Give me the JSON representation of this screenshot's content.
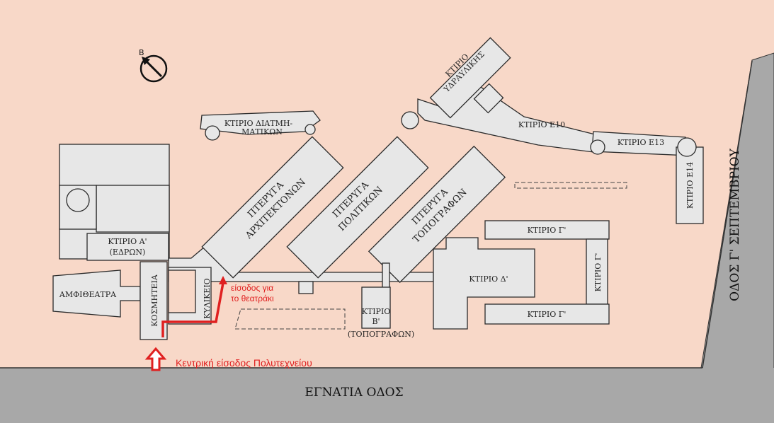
{
  "compass": {
    "label": "Β"
  },
  "roads": {
    "bottom": "ΕΓΝΑΤΙΑ ΟΔΟΣ",
    "right": "ΟΔΟΣ Γ' ΣΕΠΤΕΜΒΡΙΟΥ"
  },
  "buildings": {
    "diatmimatikon": [
      "ΚΤΙΡΙΟ ΔΙΑΤΜΗ-",
      "ΜΑΤΙΚΩΝ"
    ],
    "ydraulikis": [
      "ΚΤΙΡΙΟ",
      "ΥΔΡΑΥΛΙΚΗΣ"
    ],
    "e10": "ΚΤΙΡΙΟ Ε10",
    "e13": "ΚΤΙΡΙΟ Ε13",
    "e14": "ΚΤΙΡΙΟ Ε14",
    "architektonon": [
      "ΠΤΕΡΥΓΑ",
      "ΑΡΧΙΤΕΚΤΟΝΩΝ"
    ],
    "politikon": [
      "ΠΤΕΡΥΓΑ",
      "ΠΟΛΙΤΙΚΩΝ"
    ],
    "topografon": [
      "ΠΤΕΡΥΓΑ",
      "ΤΟΠΟΓΡΑΦΩΝ"
    ],
    "a": [
      "ΚΤΙΡΙΟ Α'",
      "(ΕΔΡΩΝ)"
    ],
    "amfitheatra": "ΑΜΦΙΘΕΑΤΡΑ",
    "kosmiteia": "ΚΟΣΜΗΤΕΙΑ",
    "kylikeio": "ΚΥΛΙΚΕΙΟ",
    "b": [
      "ΚΤΙΡΙΟ",
      "Β'",
      "(ΤΟΠΟΓΡΑΦΩΝ)"
    ],
    "d": "ΚΤΙΡΙΟ Δ'",
    "g_top": "ΚΤΙΡΙΟ Γ'",
    "g_right": "ΚΤΙΡΙΟ Γ'",
    "g_bottom": "ΚΤΙΡΙΟ Γ'"
  },
  "annotations": {
    "theater_entrance": [
      "είσοδος για",
      "το θεατράκι"
    ],
    "main_entrance": "Κεντρική είσοδος Πολυτεχνείου"
  },
  "colors": {
    "ground": "#f8d8c8",
    "road": "#a8a8a8",
    "building": "#e7e7e7",
    "route": "#e02020"
  }
}
